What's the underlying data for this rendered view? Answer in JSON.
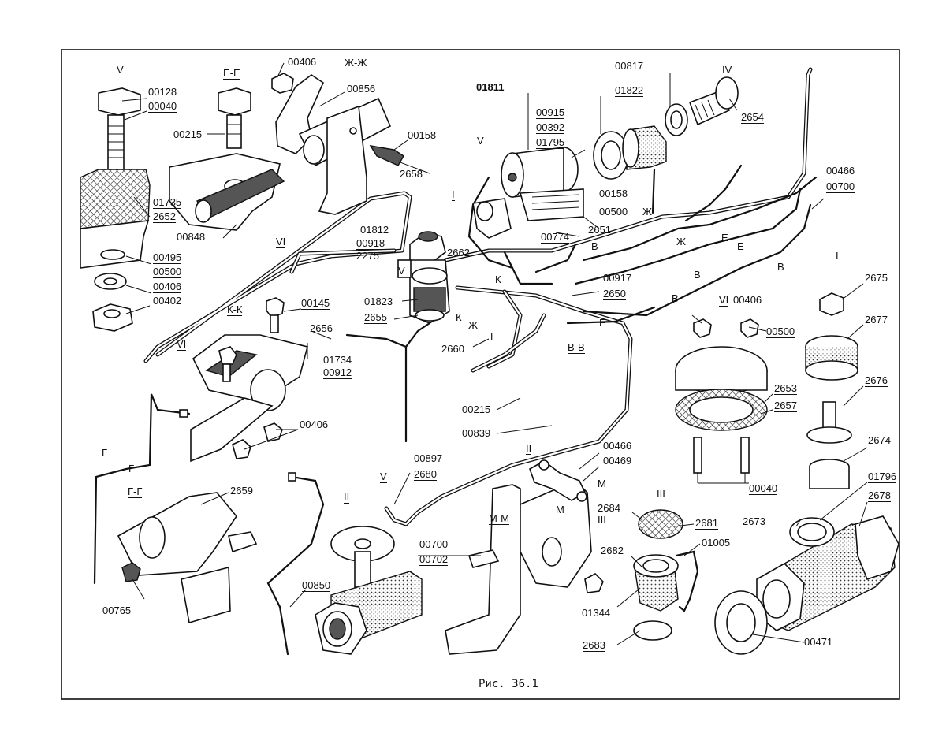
{
  "figure": {
    "caption": "Рис. 36.1",
    "callouts": [
      "00128",
      "00040",
      "00215",
      "00406",
      "00856",
      "00158",
      "2658",
      "01735",
      "2652",
      "00848",
      "00495",
      "00500",
      "00406",
      "00402",
      "01811",
      "00915",
      "00392",
      "01795",
      "00817",
      "01822",
      "2654",
      "00466",
      "00700",
      "00158",
      "00500",
      "01812",
      "00918",
      "2275",
      "2662",
      "00774",
      "2651",
      "00145",
      "01823",
      "2655",
      "2656",
      "01734",
      "00912",
      "2660",
      "00917",
      "2650",
      "00406",
      "00500",
      "2675",
      "2677",
      "2653",
      "2657",
      "2676",
      "00215",
      "00839",
      "00406",
      "00466",
      "00469",
      "00897",
      "2680",
      "2659",
      "00700",
      "00702",
      "2684",
      "2681",
      "01005",
      "2682",
      "01344",
      "2683",
      "00040",
      "2674",
      "01796",
      "2678",
      "2673",
      "00765",
      "00850",
      "00471"
    ],
    "sections": [
      "Е-Е",
      "Ж-Ж",
      "К-К",
      "В-В",
      "Г-Г",
      "М-М"
    ],
    "view_marks": [
      "V",
      "V",
      "V",
      "V",
      "VI",
      "VI",
      "VI",
      "I",
      "I",
      "II",
      "II",
      "III",
      "III",
      "IV",
      "Ж",
      "Ж",
      "Ж",
      "Е",
      "Е",
      "Е",
      "В",
      "В",
      "В",
      "В",
      "К",
      "К",
      "Г",
      "Г",
      "Г",
      "М",
      "М"
    ]
  }
}
